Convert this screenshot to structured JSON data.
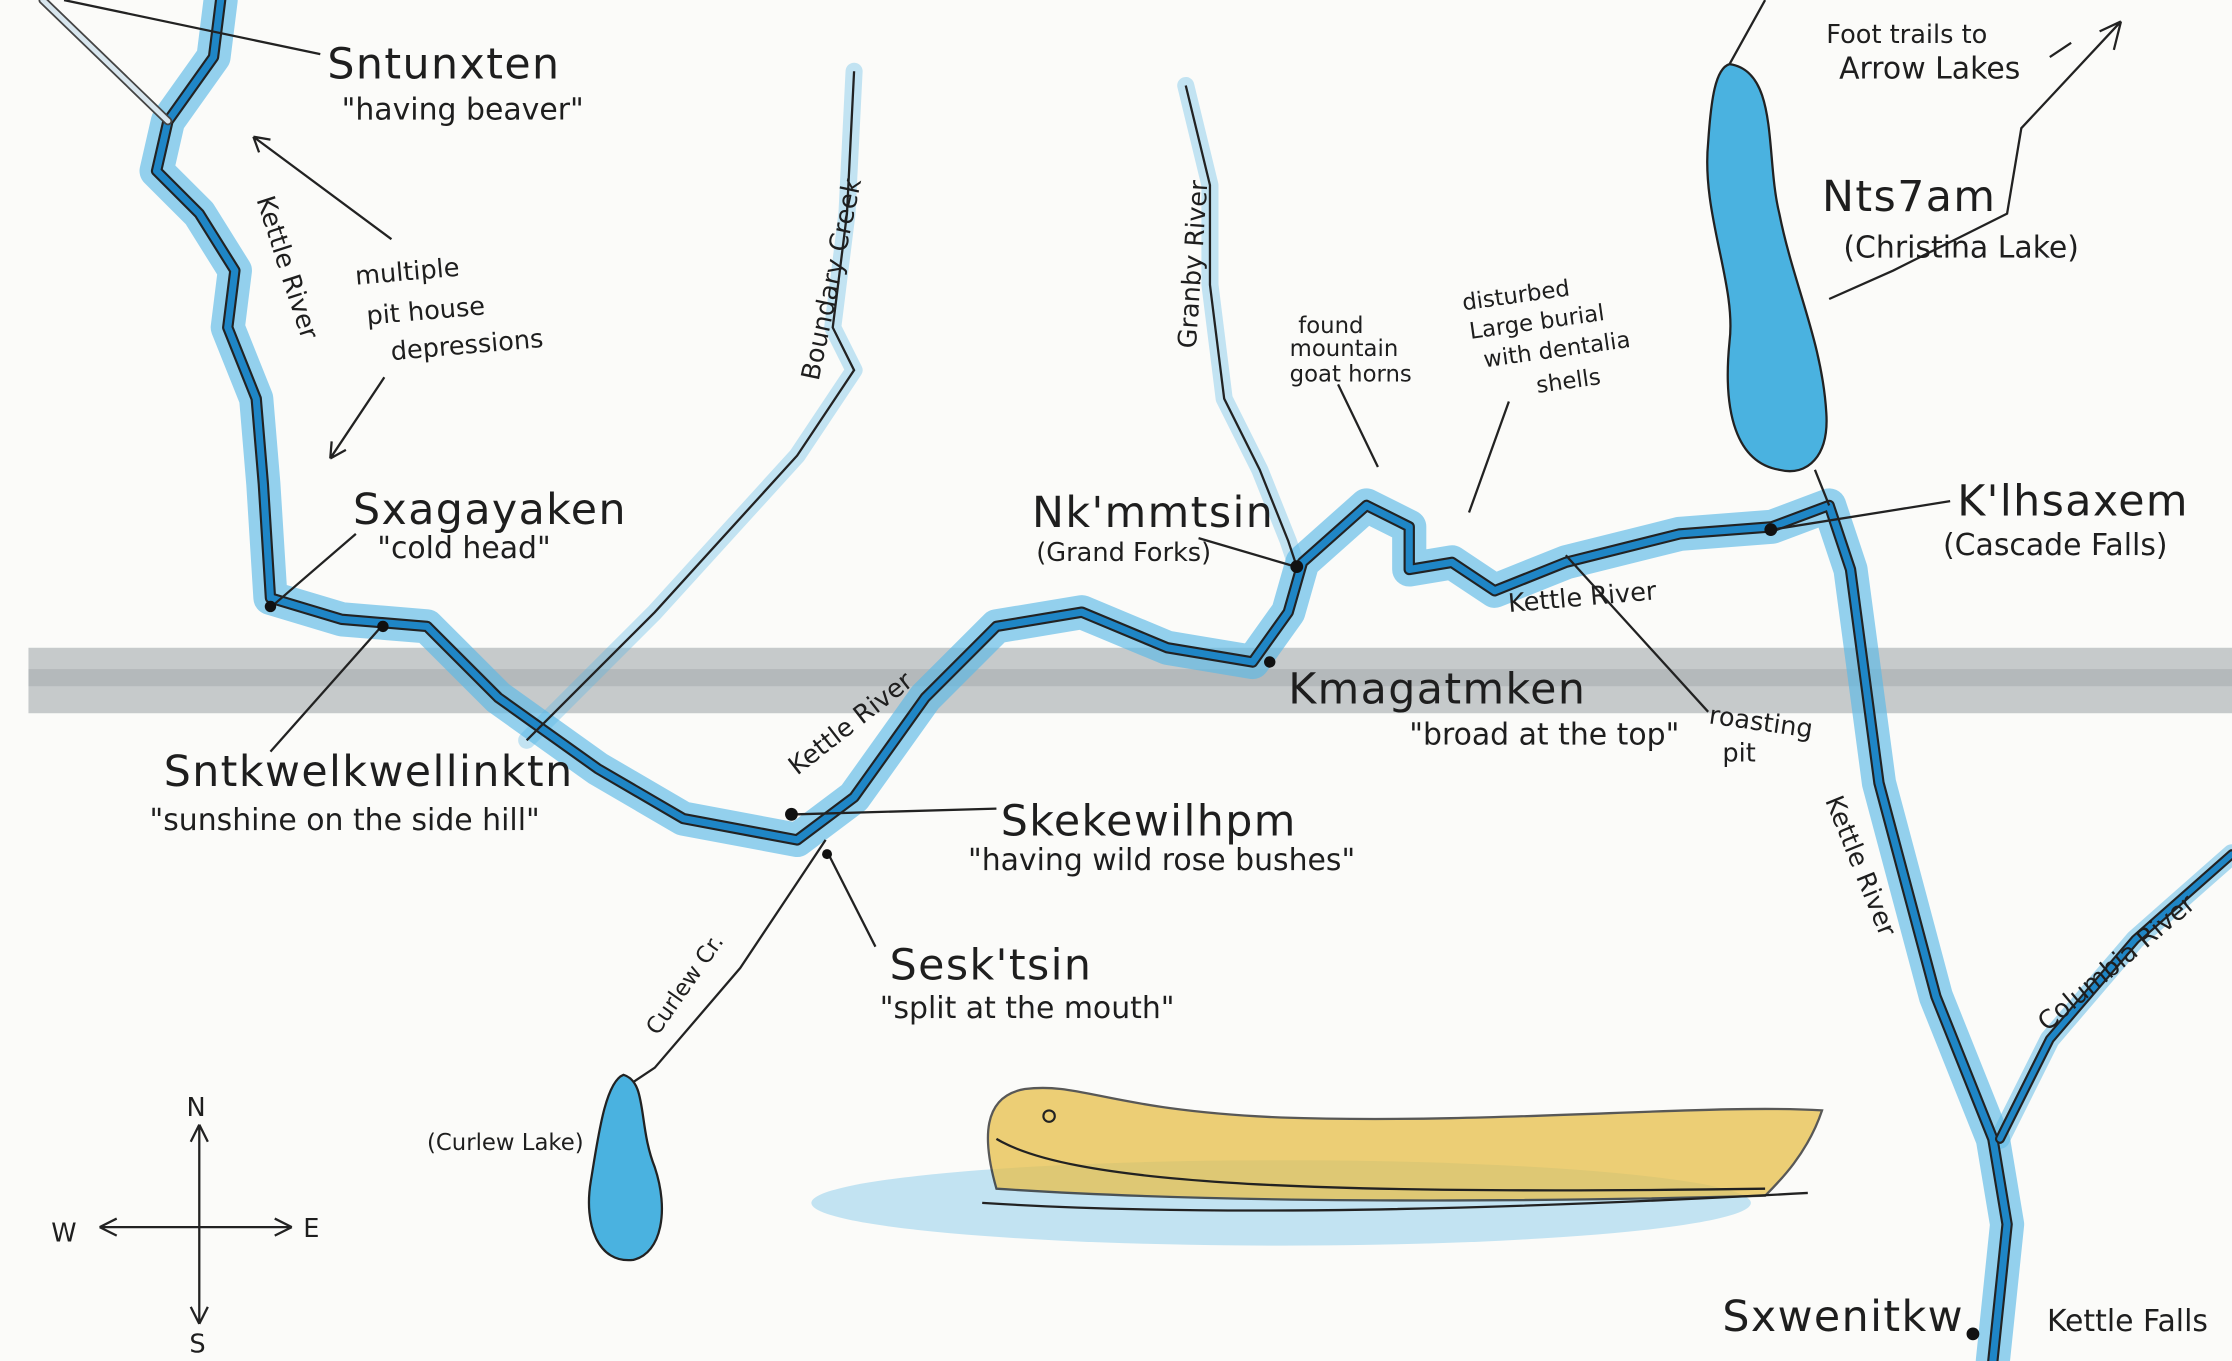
{
  "map": {
    "colors": {
      "paper": "#fbfbf9",
      "water_wash": "#5ab8e6",
      "water_core": "#1f86c6",
      "ink": "#1e1e1e",
      "band": "#9aa3a6",
      "canoe": "#e8c04a"
    },
    "places": [
      {
        "name": "Sntunxten",
        "meaning": "\"having beaver\""
      },
      {
        "name": "Sxagayaken",
        "meaning": "\"cold head\""
      },
      {
        "name": "Sntkwelkwellinktn",
        "meaning": "\"sunshine on the side hill\""
      },
      {
        "name": "Skekewilhpm",
        "meaning": "\"having wild rose bushes\""
      },
      {
        "name": "Sesk'tsin",
        "meaning": "\"split at the mouth\""
      },
      {
        "name": "Nk'mmtsin",
        "meaning": "(Grand Forks)"
      },
      {
        "name": "Kmagatmken",
        "meaning": "\"broad at the top\""
      },
      {
        "name": "K'lhsaxem",
        "meaning": "(Cascade Falls)"
      },
      {
        "name": "Nts7am",
        "meaning": "(Christina Lake)"
      },
      {
        "name": "Sxwenitkw",
        "meaning": ""
      }
    ],
    "waterways": {
      "kettle_left": "Kettle River",
      "kettle_mid": "Kettle River",
      "kettle_east": "Kettle River",
      "kettle_south": "Kettle River",
      "boundary": "Boundary Creek",
      "granby": "Granby River",
      "curlew_cr": "Curlew Cr.",
      "curlew_lake": "(Curlew Lake)",
      "columbia": "Columbia River",
      "kettle_falls": "Kettle Falls"
    },
    "notes": {
      "pit_1": "multiple",
      "pit_2": "pit house",
      "pit_3": "depressions",
      "goat_1": "found",
      "goat_2": "mountain",
      "goat_3": "goat horns",
      "burial_1": "disturbed",
      "burial_2": "Large burial",
      "burial_3": "with dentalia",
      "burial_4": "shells",
      "roast_1": "roasting",
      "roast_2": "pit",
      "trail_1": "Foot trails to",
      "trail_2": "Arrow Lakes"
    },
    "compass": {
      "n": "N",
      "s": "S",
      "e": "E",
      "w": "W"
    }
  }
}
